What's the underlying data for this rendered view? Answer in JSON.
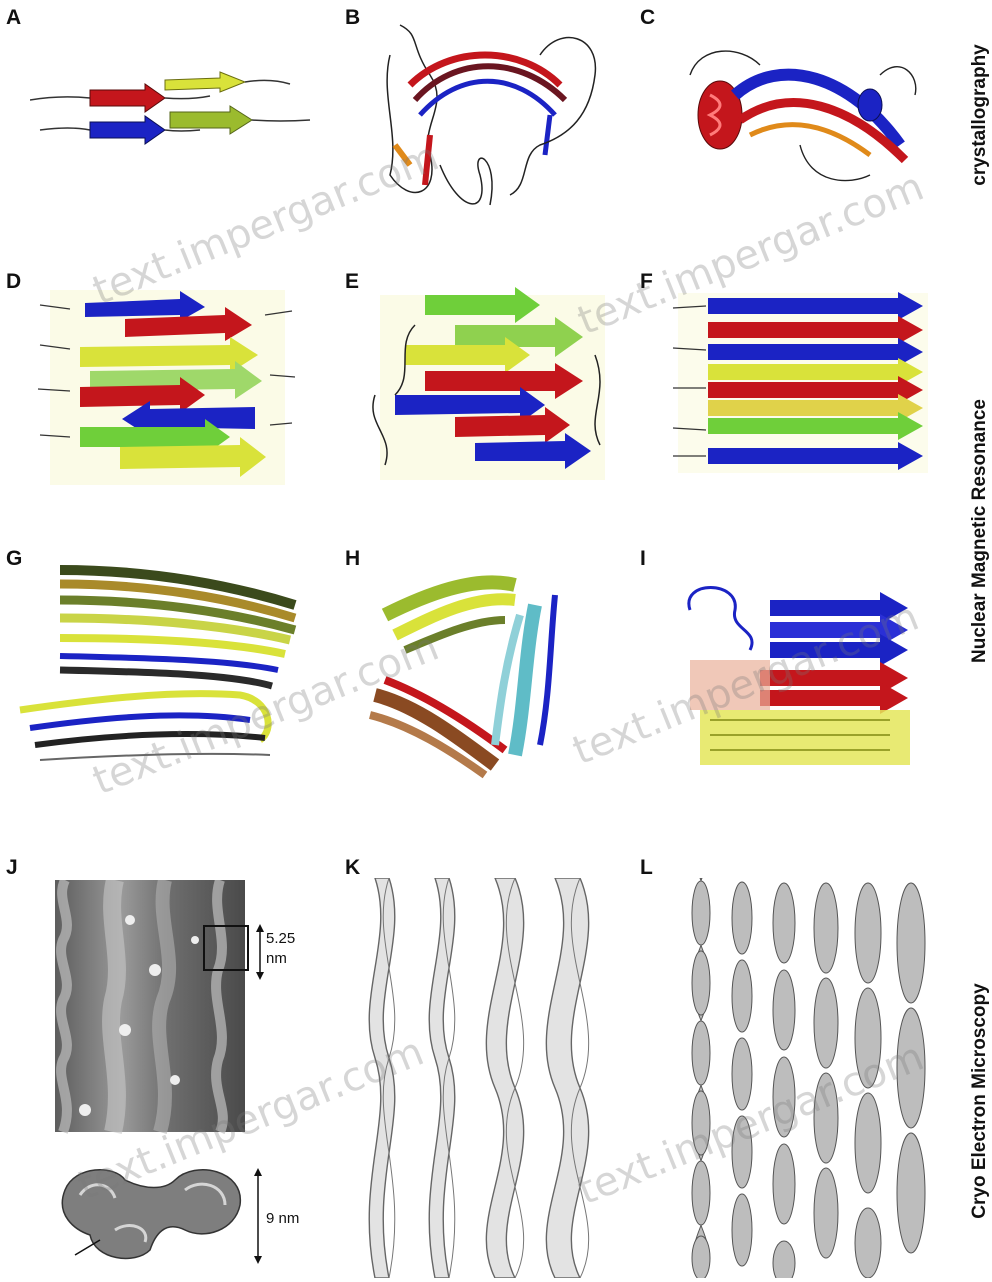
{
  "panels": {
    "A": "A",
    "B": "B",
    "C": "C",
    "D": "D",
    "E": "E",
    "F": "F",
    "G": "G",
    "H": "H",
    "I": "I",
    "J": "J",
    "K": "K",
    "L": "L"
  },
  "side_labels": {
    "crystallography": "crystallography",
    "nmr": "Nuclear Magnetic Resonance",
    "cryo_em": "Cryo Electron Microscopy"
  },
  "scale_labels": {
    "spacing_value": "5.25",
    "spacing_unit": "nm",
    "width": "9 nm"
  },
  "watermark": "text.impergar.com",
  "colors": {
    "blue": "#1b23c4",
    "red": "#c4161c",
    "yellow": "#d9e23a",
    "green": "#6fcf3a",
    "lime": "#b6d932",
    "cyan": "#5fbcc7",
    "brown": "#8a4a22",
    "gray_surface": "#8c8c8c"
  }
}
